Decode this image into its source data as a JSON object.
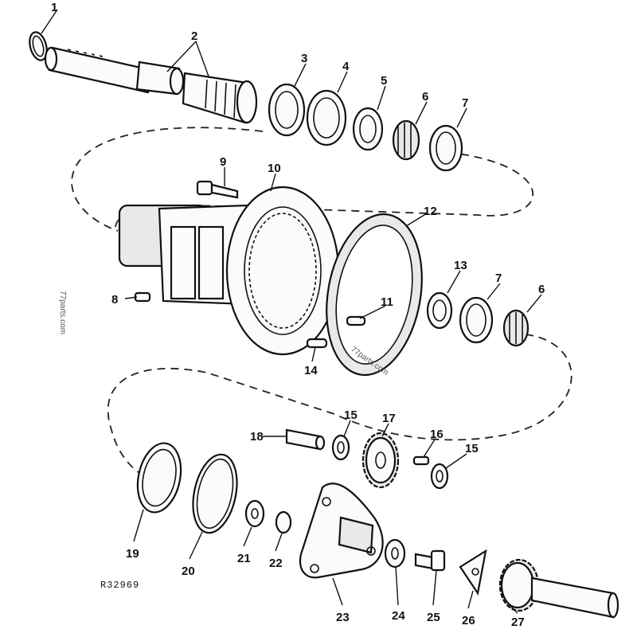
{
  "drawing_code": "R32969",
  "watermark": "77parts.com",
  "callouts": [
    "1",
    "2",
    "3",
    "4",
    "5",
    "6",
    "7",
    "8",
    "9",
    "10",
    "11",
    "12",
    "13",
    "7",
    "6",
    "14",
    "15",
    "16",
    "15",
    "17",
    "18",
    "19",
    "20",
    "21",
    "22",
    "23",
    "24",
    "25",
    "26",
    "27"
  ]
}
